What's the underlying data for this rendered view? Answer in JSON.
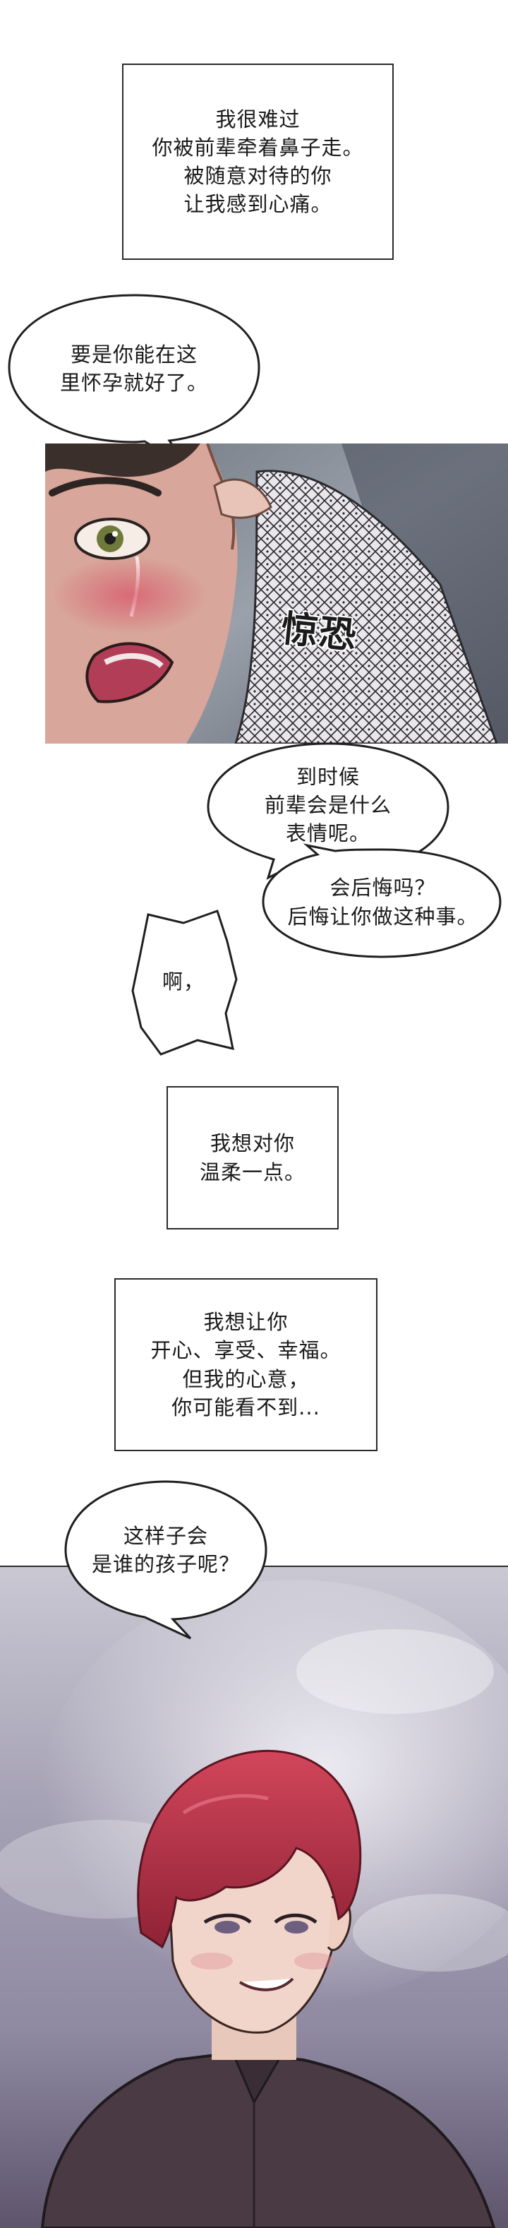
{
  "captions": [
    {
      "text": "我很难过\n你被前辈牵着鼻子走。\n被随意对待的你\n让我感到心痛。"
    },
    {
      "text": "我想对你\n温柔一点。"
    },
    {
      "text": "我想让你\n开心、享受、幸福。\n但我的心意，\n你可能看不到..."
    }
  ],
  "bubbles": [
    {
      "text": "要是你能在这\n里怀孕就好了。"
    },
    {
      "text": "到时候\n前辈会是什么\n表情呢。"
    },
    {
      "text": "会后悔吗？\n后悔让你做这种事。"
    },
    {
      "text": "啊，"
    },
    {
      "text": "这样子会\n是谁的孩子呢？"
    }
  ],
  "sfx": {
    "text": "惊恐"
  },
  "colors": {
    "panel1_bg": "#8a8f99",
    "skin": "#d9a79a",
    "hair_red": "#b8344a",
    "shirt": "#4a3a44",
    "lace": "#e7e4ea"
  }
}
